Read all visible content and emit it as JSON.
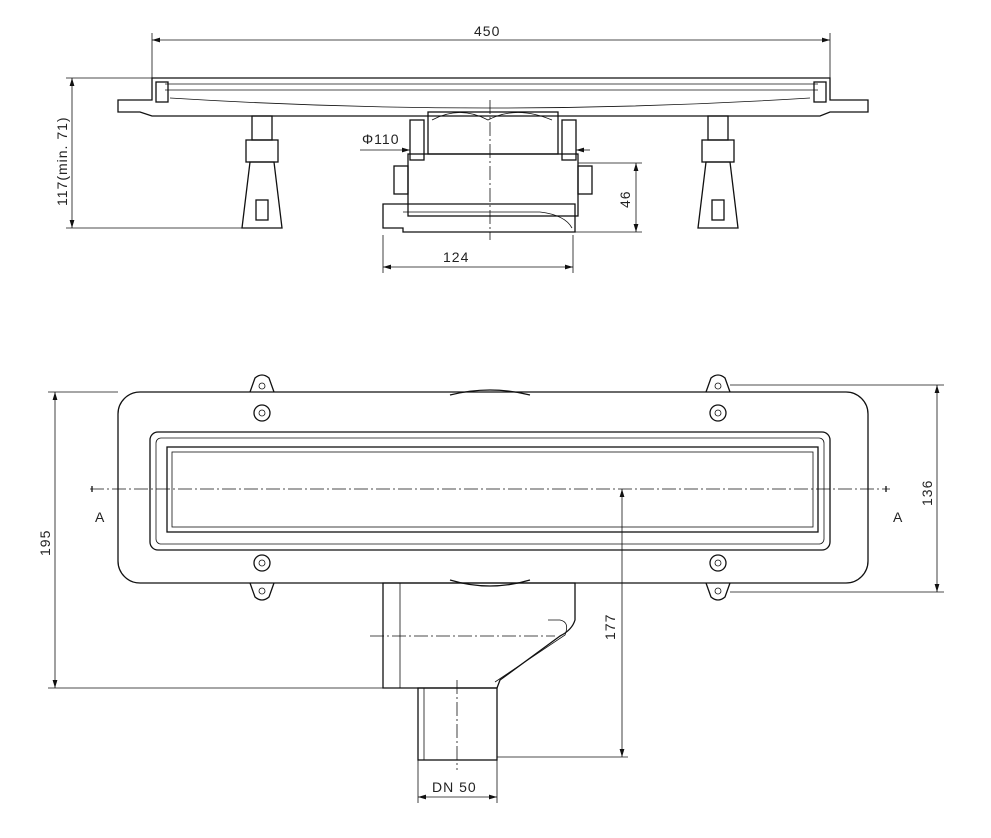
{
  "dimensions": {
    "width_top": "450",
    "height_side": "117(min. 71)",
    "pipe_diameter": "Φ110",
    "body_height": "46",
    "body_width": "124",
    "width_plan": "195",
    "lug_spacing": "136",
    "outlet_offset": "177",
    "outlet_size": "DN 50"
  },
  "section_marks": {
    "left": "A",
    "right": "A"
  }
}
